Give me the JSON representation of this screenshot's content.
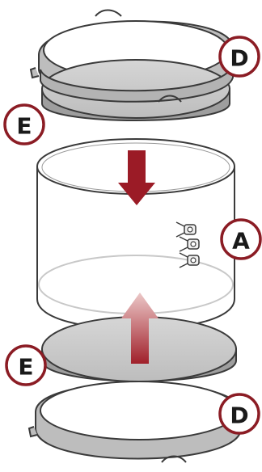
{
  "callouts": {
    "ring_top": "D",
    "disc_top": "E",
    "cylinder": "A",
    "disc_bottom": "E",
    "ring_bottom": "D"
  },
  "colors": {
    "accent_dark_red": "#8b1c24",
    "arrow_down": "#9b1b26",
    "arrow_up_gradient_top": "#e8c4c4",
    "arrow_up_gradient_bottom": "#a0202a",
    "disc_fill": "#c9c9c9",
    "ring_fill": "#bdbdbd",
    "cylinder_fill": "#ffffff",
    "outline": "#3a3a3a"
  },
  "icons": {
    "arrow_down": "arrow-down-icon",
    "arrow_up": "arrow-up-icon",
    "clamp": "clamp-icon"
  }
}
